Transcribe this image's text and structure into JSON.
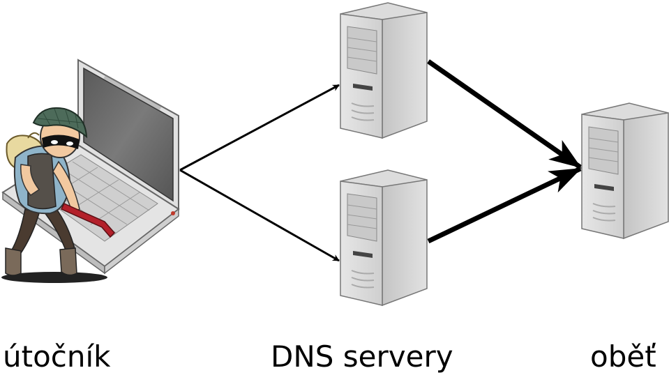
{
  "labels": {
    "attacker": "útočník",
    "dns_servers": "DNS servery",
    "victim": "oběť"
  },
  "icons": {
    "attacker": "burglar-icon",
    "laptop": "laptop-icon",
    "server": "server-tower-icon"
  },
  "colors": {
    "background": "#ffffff",
    "text": "#000000",
    "arrow": "#000000",
    "server_body": "#d9d9d9",
    "server_side": "#bdbdbd",
    "laptop_screen": "#6e6e6e",
    "burglar_cap": "#4d6b5a",
    "burglar_bag": "#e8d9a0",
    "crowbar": "#b3202a"
  }
}
